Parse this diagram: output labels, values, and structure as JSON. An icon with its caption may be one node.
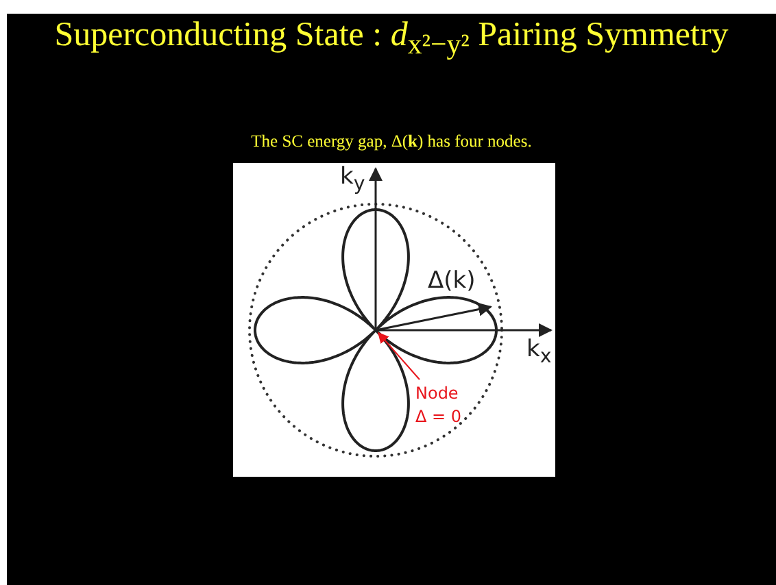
{
  "diagram": {
    "title": "Superconducting State : *d*$_{x²−y²}$ Pairing Symmetry",
    "nodes": [
      {
        "text": [
          "Node Δ = 0"
        ]
      },
      {
        "text": [],
        "shape": "picture"
      }
    ],
    "edges": [
      {
        "from": 0,
        "to": 1,
        "arrow": "to",
        "color": "#e8141b"
      }
    ],
    "labels": [
      "The SC energy gap, Δ(**k**) has four nodes.",
      "k$_{y}$",
      "Δ(k)",
      "k$_{x}$"
    ]
  }
}
